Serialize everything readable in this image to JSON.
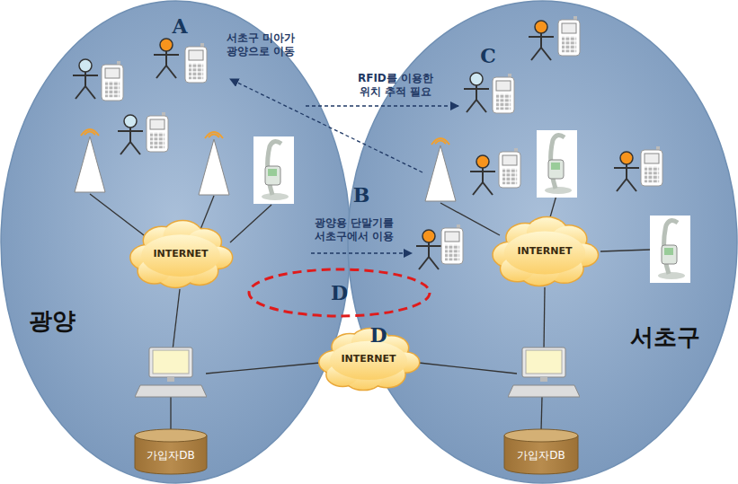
{
  "diagram": {
    "nodes": [
      {
        "text": [
          "광양"
        ]
      },
      {
        "text": [
          "서초구"
        ]
      },
      {
        "text": [
          "INTERNET"
        ],
        "in": 0
      },
      {
        "text": [
          "가입자DB"
        ],
        "in": 0
      },
      {
        "text": [
          "INTERNET"
        ],
        "in": 1
      },
      {
        "text": [
          "가입자DB"
        ],
        "in": 1
      },
      {
        "text": [
          "D"
        ]
      },
      {
        "text": [
          "INTERNET"
        ]
      }
    ],
    "labels": [
      "A",
      "서초구 미아가 광양으로 이동",
      "C",
      "RFID를 이용한 위치 추적 필요",
      "B",
      "광양용 단말기를 서초구에서 이용",
      "D"
    ]
  }
}
